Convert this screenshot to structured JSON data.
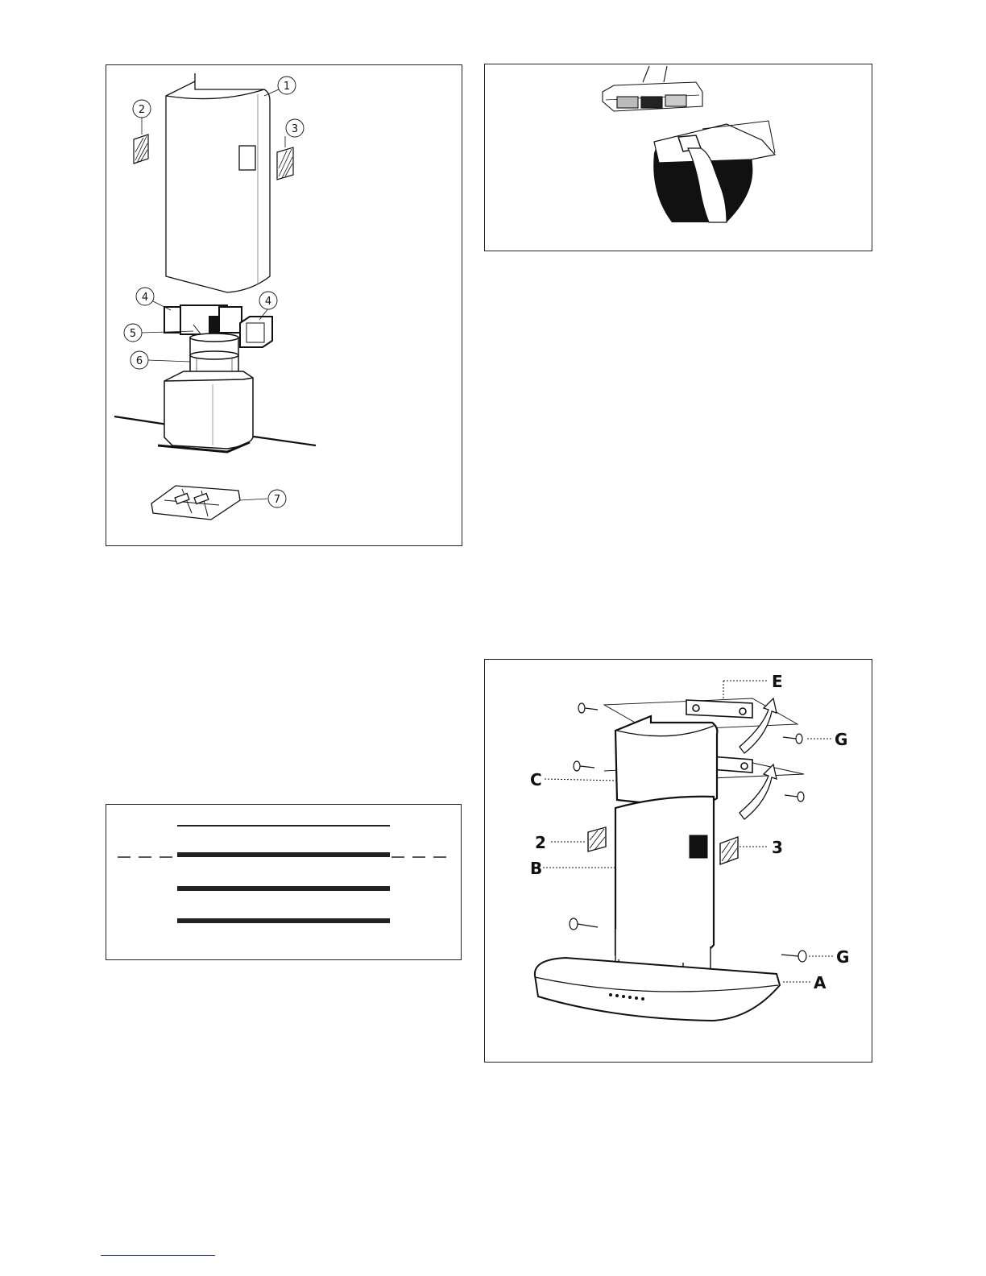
{
  "figure_chimney_parts": {
    "callouts": [
      "1",
      "2",
      "3",
      "4",
      "4",
      "5",
      "6",
      "7"
    ]
  },
  "figure_filter_release": {},
  "figure_line_legend": {},
  "figure_assembly": {
    "labels": {
      "e": "E",
      "g_top": "G",
      "c": "C",
      "two": "2",
      "three": "3",
      "b": "B",
      "g_bottom": "G",
      "a": "A"
    }
  }
}
